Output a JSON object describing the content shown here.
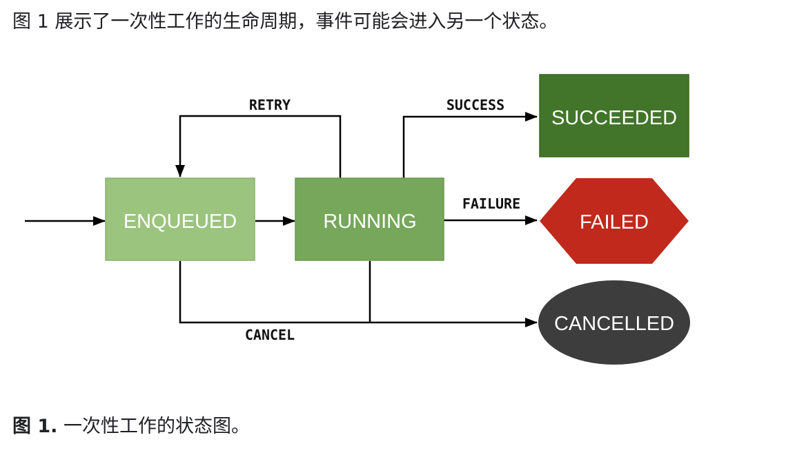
{
  "intro_text": "图 1 展示了一次性工作的生命周期，事件可能会进入另一个状态。",
  "diagram": {
    "nodes": {
      "enqueued": "ENQUEUED",
      "running": "RUNNING",
      "succeeded": "SUCCEEDED",
      "failed": "FAILED",
      "cancelled": "CANCELLED"
    },
    "edges": {
      "retry": "RETRY",
      "success": "SUCCESS",
      "failure": "FAILURE",
      "cancel": "CANCEL"
    },
    "colors": {
      "enqueued": "#9bc47f",
      "running": "#76a75a",
      "succeeded": "#427529",
      "failed": "#c0291c",
      "cancelled": "#3d3d3d",
      "line": "#000000"
    }
  },
  "caption": {
    "label": "图 1.",
    "text": " 一次性工作的状态图。"
  }
}
